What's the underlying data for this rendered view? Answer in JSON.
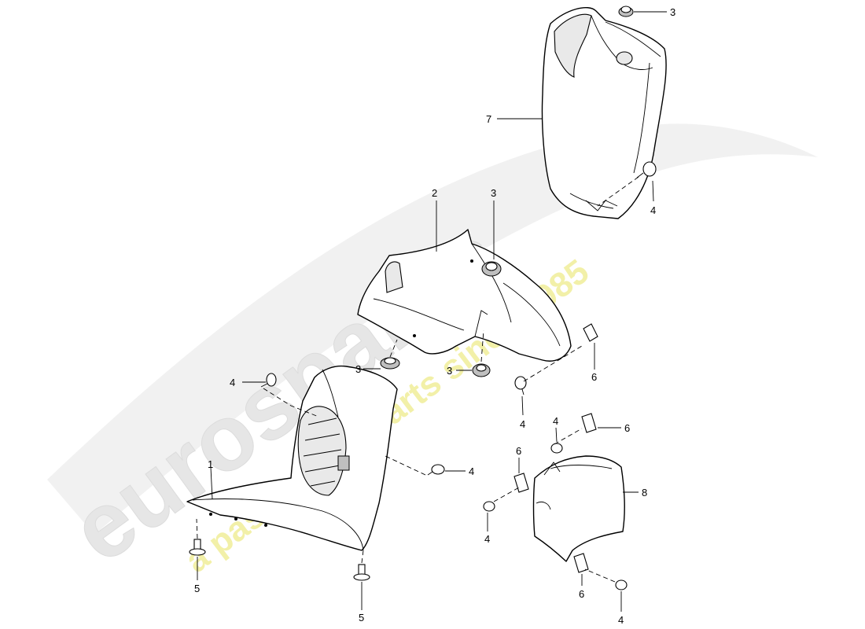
{
  "watermark": {
    "brand": "eurospares",
    "tagline": "a passion for parts since 1985",
    "brand_color": "#e6e6e6",
    "tagline_color": "#f2f0a8"
  },
  "callouts": {
    "c1": "1",
    "c2": "2",
    "c3_top": "3",
    "c3_mid": "3",
    "c3_left": "3",
    "c3_low": "3",
    "c4_right_top": "4",
    "c4_left": "4",
    "c4_center": "4",
    "c4_right": "4",
    "c4_clip_top": "4",
    "c4_clip_left": "4",
    "c4_bottom": "4",
    "c5_left": "5",
    "c5_bottom": "5",
    "c6_upper": "6",
    "c6_top": "6",
    "c6_mid": "6",
    "c6_bottom": "6",
    "c7": "7",
    "c8": "8"
  }
}
